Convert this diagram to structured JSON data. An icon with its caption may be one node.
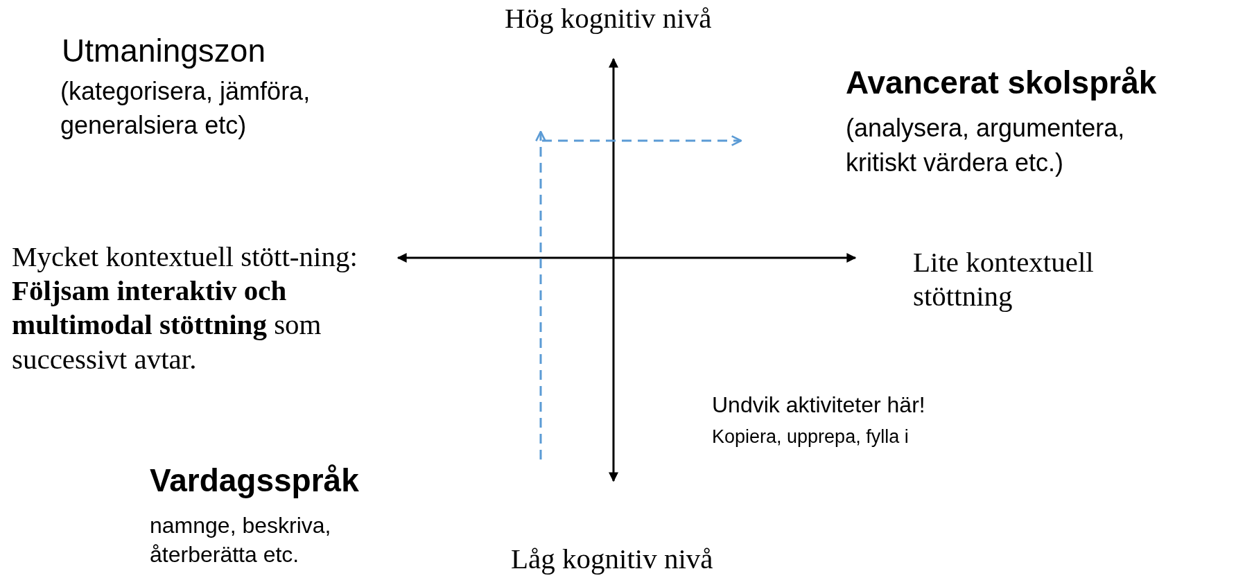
{
  "diagram": {
    "labels": [
      "Hög kognitiv nivå",
      "Utmaningszon",
      "(kategorisera, jämföra, generalsiera etc)",
      "Avancerat skolspråk",
      "(analysera, argumentera, kritiskt värdera etc.)",
      "Mycket kontextuell stött-ning: **Följsam interaktiv och multimodal stöttning** som successivt avtar.",
      "Lite kontextuell stöttning",
      "Undvik aktiviteter här!",
      "Kopiera, upprepa, fylla i",
      "Vardagsspråk",
      "namnge, beskriva, återberätta etc.",
      "Låg kognitiv nivå"
    ]
  }
}
